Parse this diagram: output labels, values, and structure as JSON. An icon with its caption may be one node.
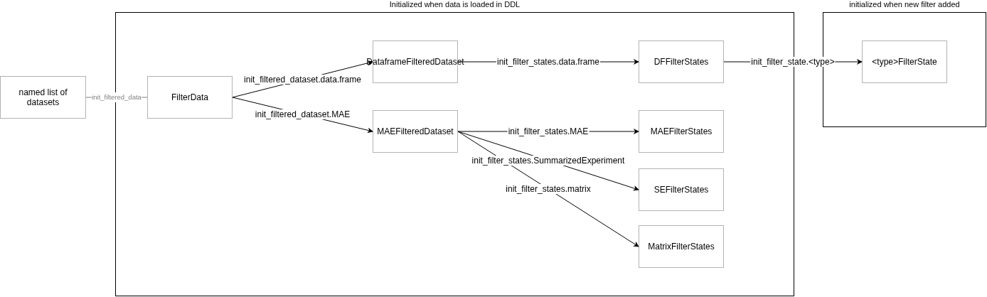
{
  "diagram": {
    "nodes": [
      {
        "text": [
          "named list of datasets"
        ]
      },
      {
        "text": [
          "Initialized when data is loaded in DDL"
        ]
      },
      {
        "text": [
          "FilterData"
        ],
        "in": 1
      },
      {
        "text": [
          "DataframeFilteredDataset"
        ],
        "in": 1
      },
      {
        "text": [
          "DFFilterStates"
        ],
        "in": 1
      },
      {
        "text": [
          "MAEFilteredDataset"
        ],
        "in": 1
      },
      {
        "text": [
          "MAEFilterStates"
        ],
        "in": 1
      },
      {
        "text": [
          "SEFilterStates"
        ],
        "in": 1
      },
      {
        "text": [
          "MatrixFilterStates"
        ],
        "in": 1
      },
      {
        "text": [
          "initialized when new filter added"
        ]
      },
      {
        "text": [
          "<type>FilterState"
        ],
        "in": 9
      }
    ],
    "edges": [
      {
        "from": 0,
        "to": 2,
        "arrow": "none",
        "label": "init_filtered_data",
        "color": "#808080"
      },
      {
        "from": 2,
        "to": 3,
        "arrow": "to",
        "label": "init_filtered_dataset.data.frame"
      },
      {
        "from": 2,
        "to": 5,
        "arrow": "to",
        "label": "init_filtered_dataset.MAE"
      },
      {
        "from": 3,
        "to": 4,
        "arrow": "to",
        "label": "init_filter_states.data.frame"
      },
      {
        "from": 4,
        "to": 10,
        "arrow": "to",
        "label": "init_filter_state.<type>"
      },
      {
        "from": 5,
        "to": 6,
        "arrow": "to",
        "label": "init_filter_states.MAE"
      },
      {
        "from": 5,
        "to": 7,
        "arrow": "to",
        "label": "init_filter_states.SummarizedExperiment"
      },
      {
        "from": 5,
        "to": 8,
        "arrow": "to",
        "label": "init_filter_states.matrix"
      }
    ]
  }
}
